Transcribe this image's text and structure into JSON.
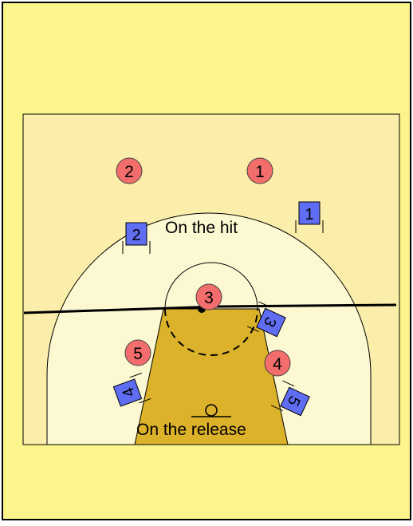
{
  "colors": {
    "page_bg": "#fcf58c",
    "court_bg": "#fbeeaa",
    "three_pt_area": "#fcf8d2",
    "key": "#dcb22a",
    "offense": "#f36d6d",
    "defense": "#5f6df2",
    "line": "#000000"
  },
  "labels": {
    "hit": "On the hit",
    "release": "On the release"
  },
  "offense": [
    {
      "id": "o2",
      "label": "2"
    },
    {
      "id": "o1",
      "label": "1"
    },
    {
      "id": "o3",
      "label": "3"
    },
    {
      "id": "o5",
      "label": "5"
    },
    {
      "id": "o4",
      "label": "4"
    }
  ],
  "defense": [
    {
      "id": "d1",
      "label": "1"
    },
    {
      "id": "d2",
      "label": "2"
    },
    {
      "id": "d3",
      "label": "3"
    },
    {
      "id": "d4",
      "label": "4"
    },
    {
      "id": "d5",
      "label": "5"
    }
  ]
}
